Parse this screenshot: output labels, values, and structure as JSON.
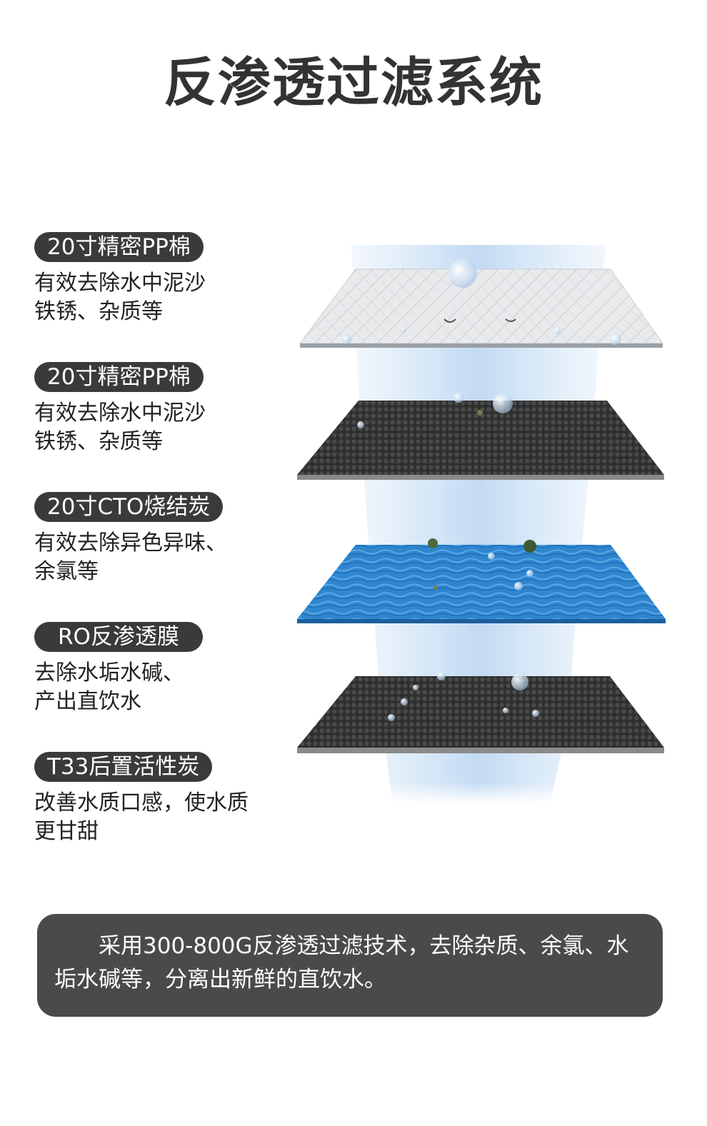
{
  "title": "反渗透过滤系统",
  "stages": [
    {
      "label": "20寸精密PP棉",
      "lines": [
        "有效去除水中泥沙",
        "铁锈、杂质等"
      ]
    },
    {
      "label": "20寸精密PP棉",
      "lines": [
        "有效去除水中泥沙",
        "铁锈、杂质等"
      ]
    },
    {
      "label": "20寸CTO烧结炭",
      "lines": [
        "有效去除异色异味、",
        "余氯等"
      ]
    },
    {
      "label": "RO反渗透膜",
      "lines": [
        "去除水垢水碱、",
        "产出直饮水"
      ]
    },
    {
      "label": "T33后置活性炭",
      "lines": [
        "改善水质口感，使水质",
        "更甘甜"
      ]
    }
  ],
  "footer": {
    "text": "采用300-800G反渗透过滤技术，去除杂质、余氯、水垢水碱等，分离出新鲜的直饮水。"
  },
  "colors": {
    "pill_bg": "#3a3a3a",
    "footer_bg": "#4a4a4a",
    "water_blue": "#3a8fd6",
    "layer_white": "#e6e8ea",
    "layer_dark": "#3a3a3a"
  }
}
